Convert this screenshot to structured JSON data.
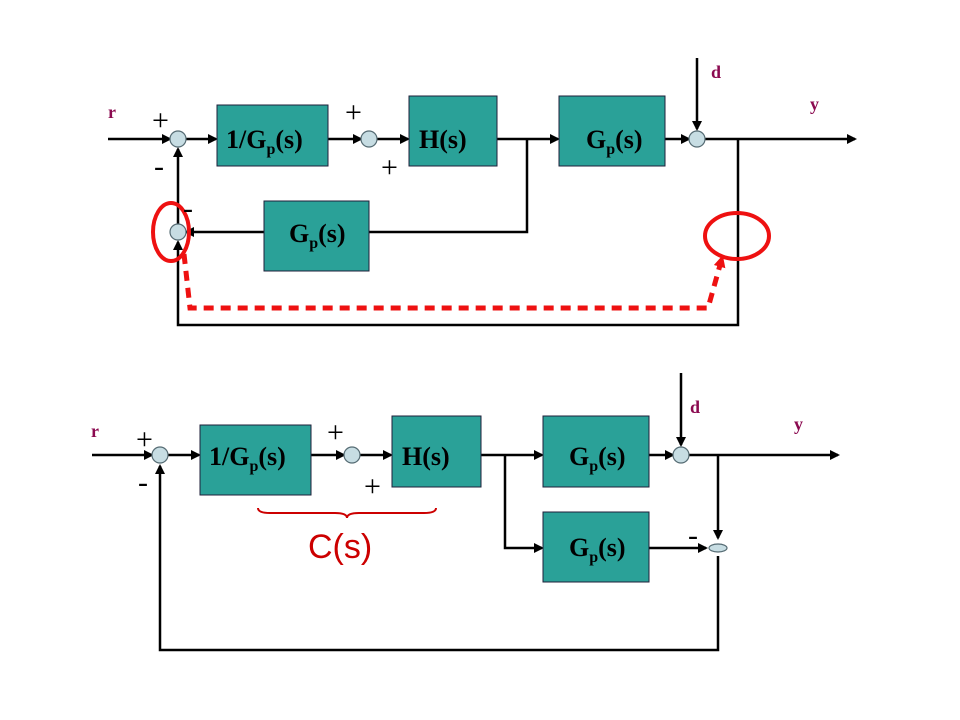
{
  "top": {
    "signals": {
      "r": "r",
      "d": "d",
      "y": "y"
    },
    "blocks": {
      "inv": {
        "a": "1/G",
        "sub": "p",
        "b": "(s)"
      },
      "h": {
        "text": "H(s)"
      },
      "gp": {
        "a": "G",
        "sub": "p",
        "b": "(s)"
      },
      "gp_fb": {
        "a": "G",
        "sub": "p",
        "b": "(s)"
      }
    },
    "signs": {
      "s1_plus": "+",
      "s1_minus": "-",
      "s1_minus_lower": "-",
      "s2_plus_top": "+",
      "s2_plus_bottom": "+"
    }
  },
  "bottom": {
    "signals": {
      "r": "r",
      "d": "d",
      "y": "y"
    },
    "blocks": {
      "inv": {
        "a": "1/G",
        "sub": "p",
        "b": "(s)"
      },
      "h": {
        "text": "H(s)"
      },
      "gp": {
        "a": "G",
        "sub": "p",
        "b": "(s)"
      },
      "gp_model": {
        "a": "G",
        "sub": "p",
        "b": "(s)"
      }
    },
    "signs": {
      "s1_plus": "+",
      "s1_minus": "-",
      "s2_plus_top": "+",
      "s2_plus_bottom": "+",
      "s3_minus": "-"
    },
    "controller_label": "C(s)"
  },
  "colors": {
    "block": "#2aa198",
    "highlight": "#ee1111",
    "signal_label": "#8b0a50"
  }
}
